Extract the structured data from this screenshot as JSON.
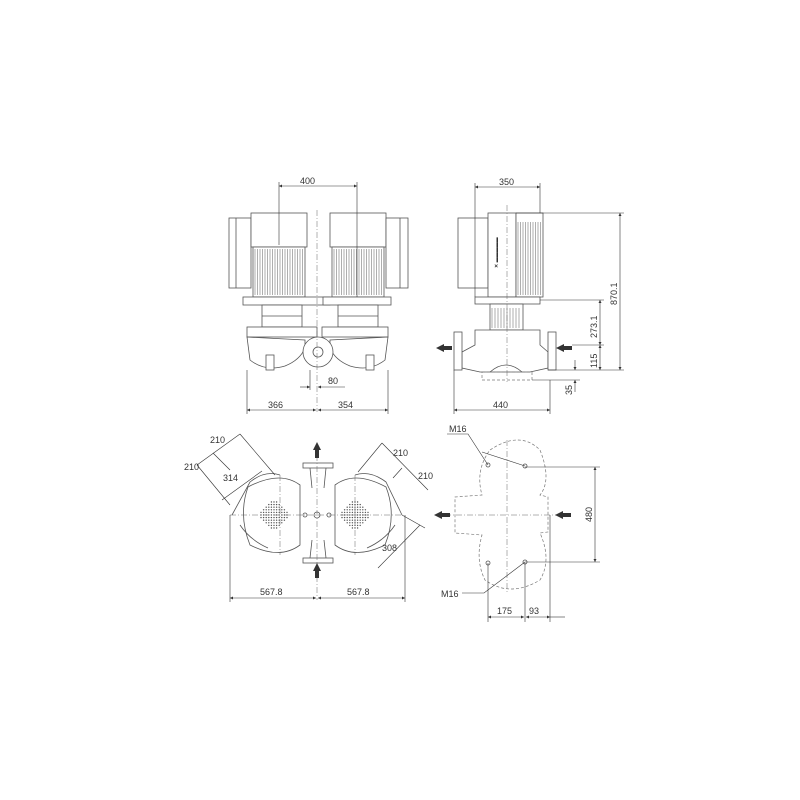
{
  "front_view": {
    "motor_spacing": "400",
    "left_width": "366",
    "right_width": "354",
    "flange_offset": "80"
  },
  "side_view": {
    "motor_width": "350",
    "total_height": "870.1",
    "shaft_height": "273.1",
    "base_to_port": "115",
    "base_height": "35",
    "base_width": "440"
  },
  "top_view": {
    "diag_left_1": "210",
    "diag_left_2": "210",
    "diag_left_3": "314",
    "diag_right_1": "210",
    "diag_right_2": "210",
    "diag_right_3": "308",
    "half_width_left": "567.8",
    "half_width_right": "567.8"
  },
  "foundation_view": {
    "bolt_top": "M16",
    "bolt_bottom": "M16",
    "bolt_spacing": "480",
    "offset_left": "175",
    "offset_right": "93"
  },
  "colors": {
    "line": "#555555",
    "background": "#ffffff"
  }
}
